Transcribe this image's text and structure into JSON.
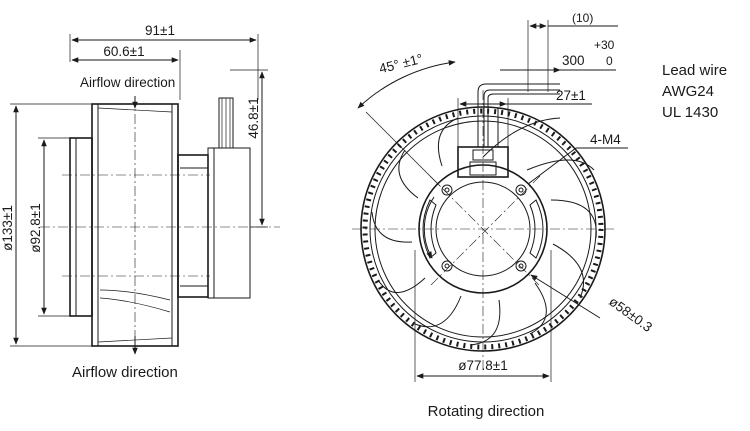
{
  "side_view": {
    "dim_overall_width": "91±1",
    "dim_rotor_width": "60.6±1",
    "dim_height_hub": "46.8±1",
    "dim_outer_diameter": "ø133±1",
    "dim_inlet_diameter": "ø92.8±1",
    "airflow_label_top": "Airflow direction",
    "airflow_label_bottom": "Airflow direction"
  },
  "front_view": {
    "dim_cable_10": "(10)",
    "dim_cable_tol": "+30",
    "dim_cable_len": "300",
    "dim_cable_tol_low": "0",
    "dim_angle": "45° ±1°",
    "dim_mount_spacing": "27±1",
    "dim_screws": "4-M4",
    "dim_hub_diameter": "ø58±0.3",
    "dim_bottom_diameter": "ø77.8±1",
    "rotation_label": "Rotating direction"
  },
  "lead_wire": {
    "line1": "Lead wire",
    "line2": "AWG24",
    "line3": "UL 1430"
  }
}
